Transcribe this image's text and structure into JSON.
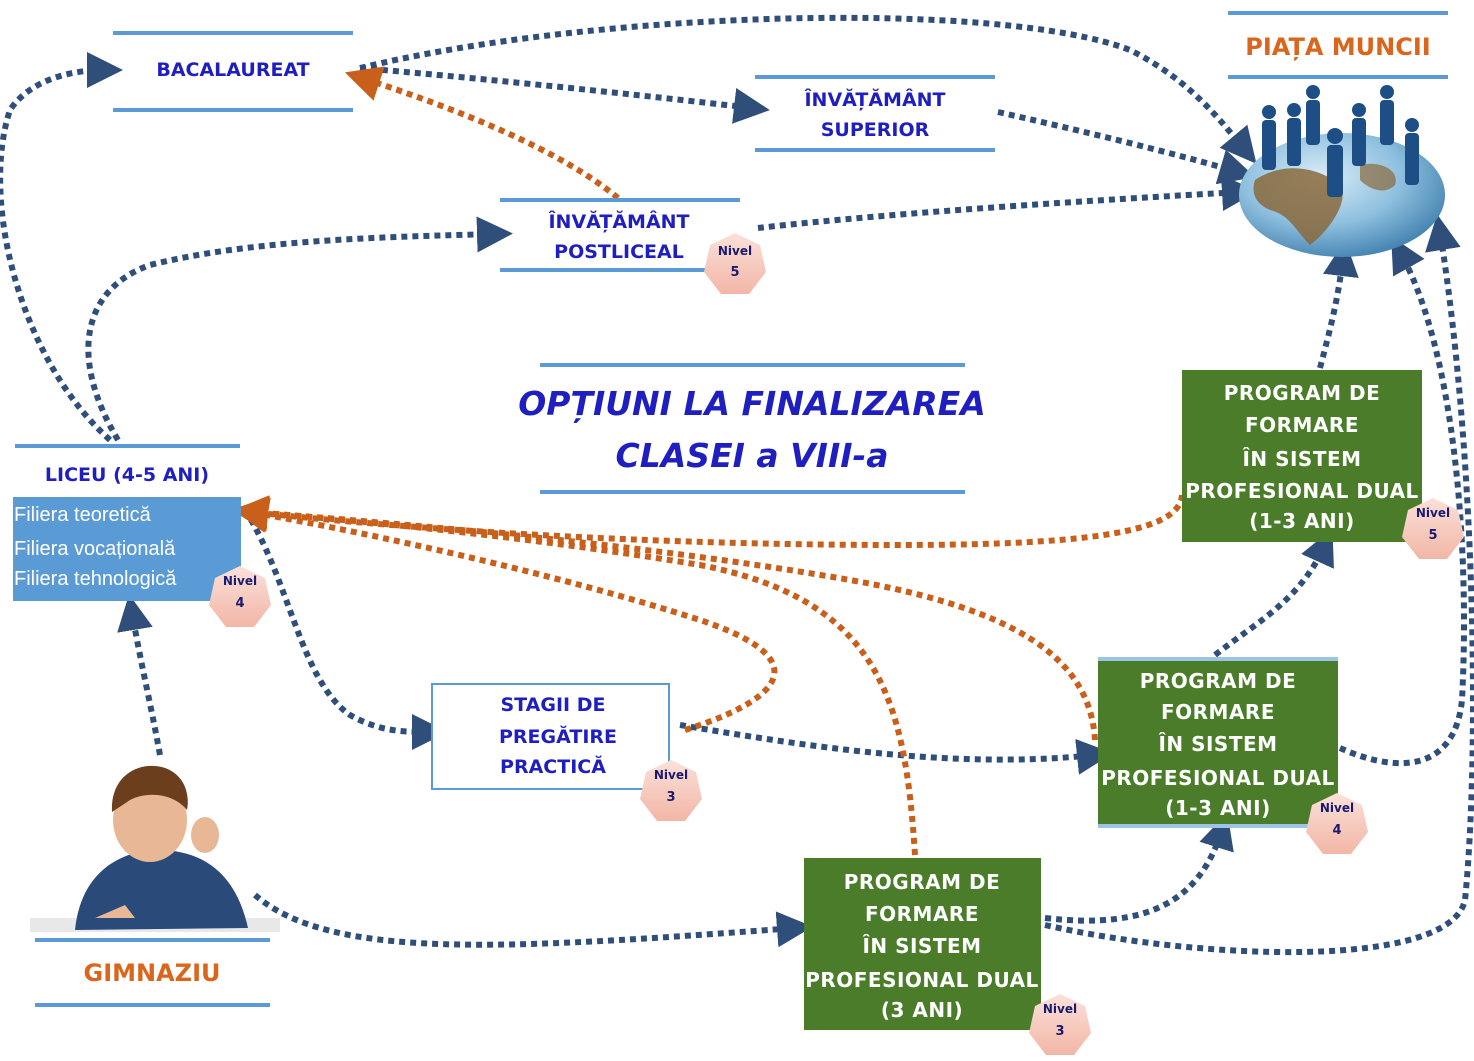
{
  "title": {
    "line1": "OPȚIUNI LA FINALIZAREA",
    "line2": "CLASEI a VIII-a"
  },
  "nodes": {
    "bacalaureat": "BACALAUREAT",
    "piata_muncii": "PIAȚA MUNCII",
    "inv_superior": {
      "line1": "ÎNVĂȚĂMÂNT",
      "line2": "SUPERIOR"
    },
    "inv_postliceal": {
      "line1": "ÎNVĂȚĂMÂNT",
      "line2": "POSTLICEAL"
    },
    "liceu": {
      "title": "LICEU (4-5 ANI)",
      "filiere": [
        "Filiera teoretică",
        "Filiera vocațională",
        "Filiera tehnologică"
      ]
    },
    "stagii": {
      "line1": "STAGII DE",
      "line2": "PREGĂTIRE",
      "line3": "PRACTICĂ"
    },
    "gimnaziu": "GIMNAZIU",
    "program_5": {
      "line1": "PROGRAM DE",
      "line2": "FORMARE",
      "line3": "ÎN SISTEM",
      "line4": "PROFESIONAL DUAL",
      "line5": "(1-3 ANI)"
    },
    "program_4": {
      "line1": "PROGRAM DE",
      "line2": "FORMARE",
      "line3": "ÎN SISTEM",
      "line4": "PROFESIONAL DUAL",
      "line5": "(1-3 ANI)"
    },
    "program_3": {
      "line1": "PROGRAM DE",
      "line2": "FORMARE",
      "line3": "ÎN SISTEM",
      "line4": "PROFESIONAL DUAL",
      "line5": "(3 ANI)"
    }
  },
  "nivel_badges": {
    "label": "Nivel",
    "postliceal": "5",
    "liceu": "4",
    "stagii": "3",
    "program_5": "5",
    "program_4": "4",
    "program_3": "3"
  },
  "colors": {
    "blue_text": "#1f1fbf",
    "orange_text": "#d9661c",
    "green_box": "#4a7c2a",
    "blue_box": "#5b9bd5",
    "arrow_blue": "#2f4f7a",
    "arrow_orange": "#c8601b",
    "badge_fill": "#f6c8bd"
  },
  "icons": {
    "piata_muncii_image": "globe-businesspeople-icon",
    "gimnaziu_image": "thinking-student-icon"
  }
}
